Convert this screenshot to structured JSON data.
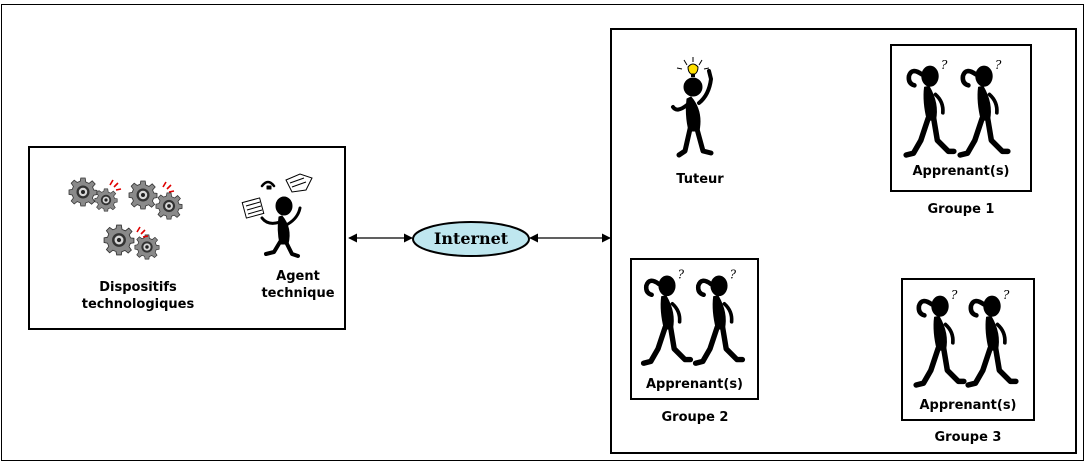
{
  "left_panel": {
    "devices_label": "Dispositifs\ntechnologiques",
    "agent_label": "Agent\ntechnique"
  },
  "center": {
    "internet_label": "Internet",
    "ellipse_color": "#bfe7ef"
  },
  "right_panel": {
    "tutor_label": "Tuteur",
    "groups": [
      {
        "learner_label": "Apprenant(s)",
        "group_label": "Groupe 1"
      },
      {
        "learner_label": "Apprenant(s)",
        "group_label": "Groupe 2"
      },
      {
        "learner_label": "Apprenant(s)",
        "group_label": "Groupe 3"
      }
    ]
  },
  "icons": {
    "gear": "gear-icon",
    "agent": "technical-agent-figure-icon",
    "tutor": "tutor-figure-icon",
    "learner": "learner-figure-icon"
  }
}
